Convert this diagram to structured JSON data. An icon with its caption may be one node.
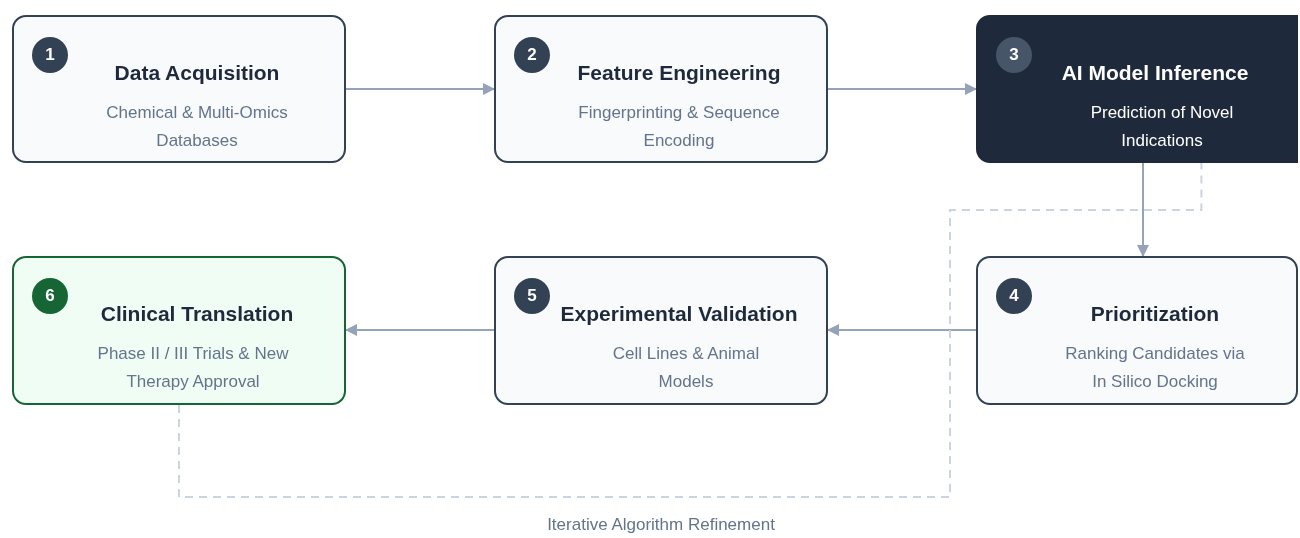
{
  "diagram": {
    "nodes": [
      {
        "text": [
          "1",
          "Data Acquisition",
          "Chemical & Multi-Omics Databases"
        ]
      },
      {
        "text": [
          "2",
          "Feature Engineering",
          "Fingerprinting & Sequence Encoding"
        ]
      },
      {
        "text": [
          "3",
          "AI Model Inference",
          "Prediction of Novel Indications"
        ]
      },
      {
        "text": [
          "4",
          "Prioritization",
          "Ranking Candidates via In Silico Docking"
        ]
      },
      {
        "text": [
          "5",
          "Experimental Validation",
          "Cell Lines & Animal Models"
        ]
      },
      {
        "text": [
          "6",
          "Clinical Translation",
          "Phase II / III Trials & New Therapy Approval"
        ]
      }
    ],
    "edges": [
      {
        "from": 0,
        "to": 1,
        "arrow": "to"
      },
      {
        "from": 1,
        "to": 2,
        "arrow": "to"
      },
      {
        "from": 2,
        "to": 3,
        "arrow": "to"
      },
      {
        "from": 3,
        "to": 4,
        "arrow": "to"
      },
      {
        "from": 4,
        "to": 5,
        "arrow": "to"
      },
      {
        "from": 5,
        "to": 2,
        "arrow": "none",
        "style": "dashed",
        "color": "#cbd5e1",
        "label": "Iterative Algorithm Refinement"
      }
    ]
  }
}
